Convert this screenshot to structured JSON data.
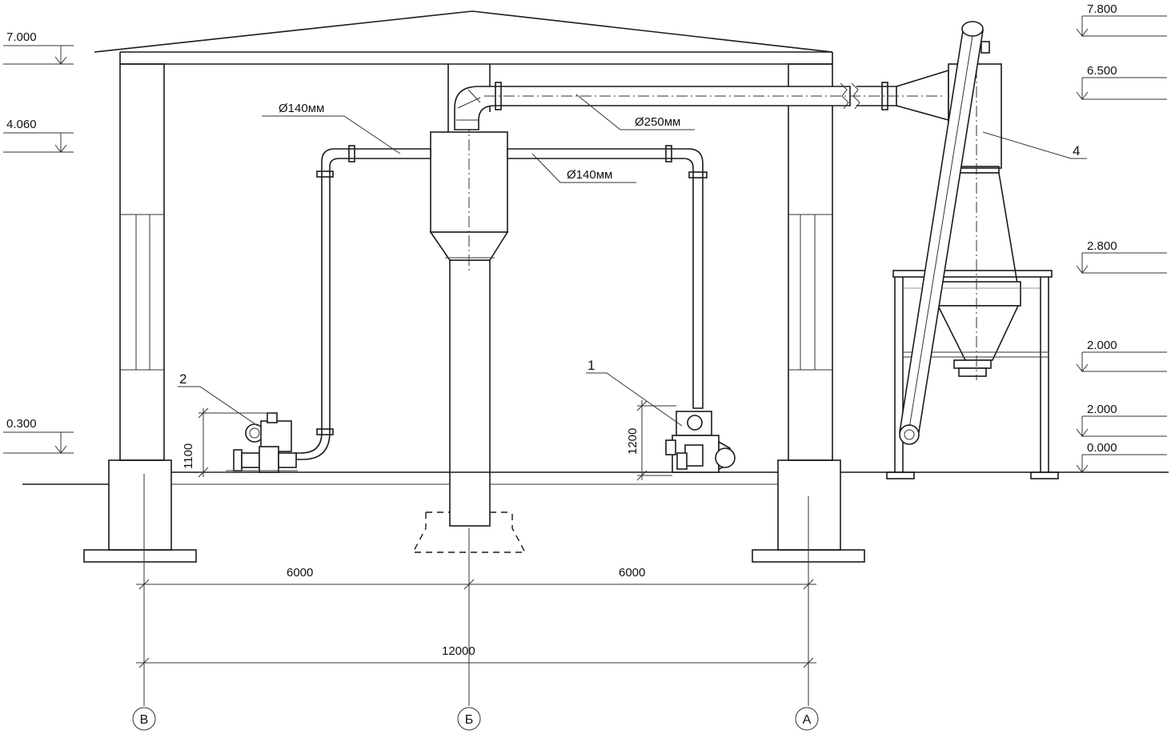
{
  "levels_left": [
    "7.000",
    "4.060",
    "0.300"
  ],
  "levels_right": [
    "7.800",
    "6.500",
    "2.800",
    "2.000",
    "2.000",
    "0.000"
  ],
  "pipes": {
    "branch_left": "Ø140мм",
    "branch_right": "Ø140мм",
    "main": "Ø250мм"
  },
  "equipment": {
    "item1": "1",
    "item2": "2",
    "item4": "4"
  },
  "heights": {
    "item2": "1100",
    "item1": "1200"
  },
  "dimensions": {
    "span_left": "6000",
    "span_right": "6000",
    "total": "12000"
  },
  "axes": [
    "В",
    "Б",
    "А"
  ]
}
